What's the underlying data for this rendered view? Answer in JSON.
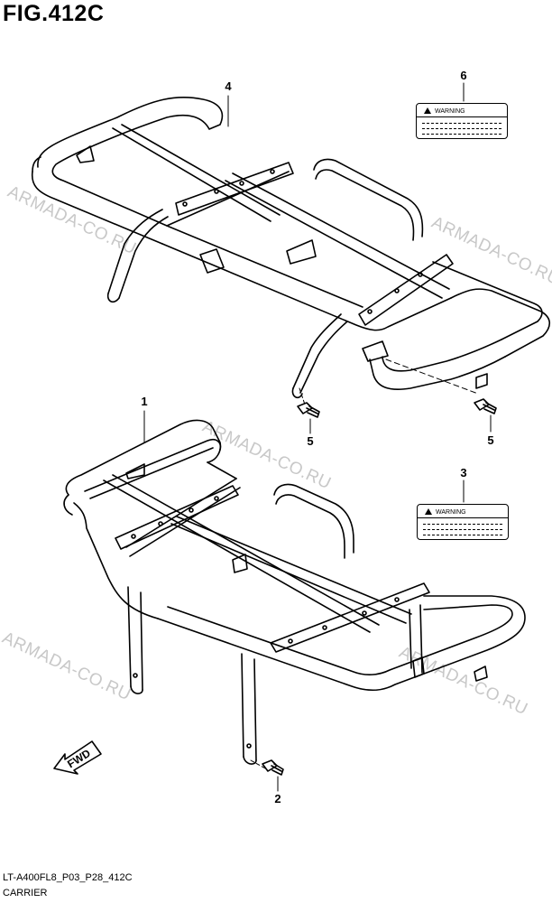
{
  "figure": {
    "title": "FIG.412C"
  },
  "footer": {
    "code": "LT-A400FL8_P03_P28_412C",
    "name": "CARRIER"
  },
  "callouts": {
    "c1": "1",
    "c2": "2",
    "c3": "3",
    "c4": "4",
    "c5a": "5",
    "c5b": "5",
    "c6": "6"
  },
  "labels": {
    "upper": {
      "heading": "WARNING"
    },
    "lower": {
      "heading": "WARNING"
    }
  },
  "watermark": {
    "text": "ARMADA-CO.RU"
  },
  "fwd_badge": {
    "text": "FWD"
  }
}
